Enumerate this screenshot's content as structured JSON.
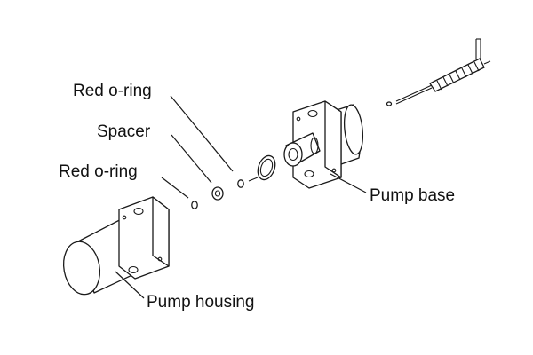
{
  "labels": {
    "red_oring_top": "Red o-ring",
    "spacer": "Spacer",
    "red_oring_bottom": "Red o-ring",
    "pump_base": "Pump base",
    "pump_housing": "Pump housing"
  },
  "colors": {
    "ink": "#1a1a1a",
    "background": "#ffffff"
  }
}
